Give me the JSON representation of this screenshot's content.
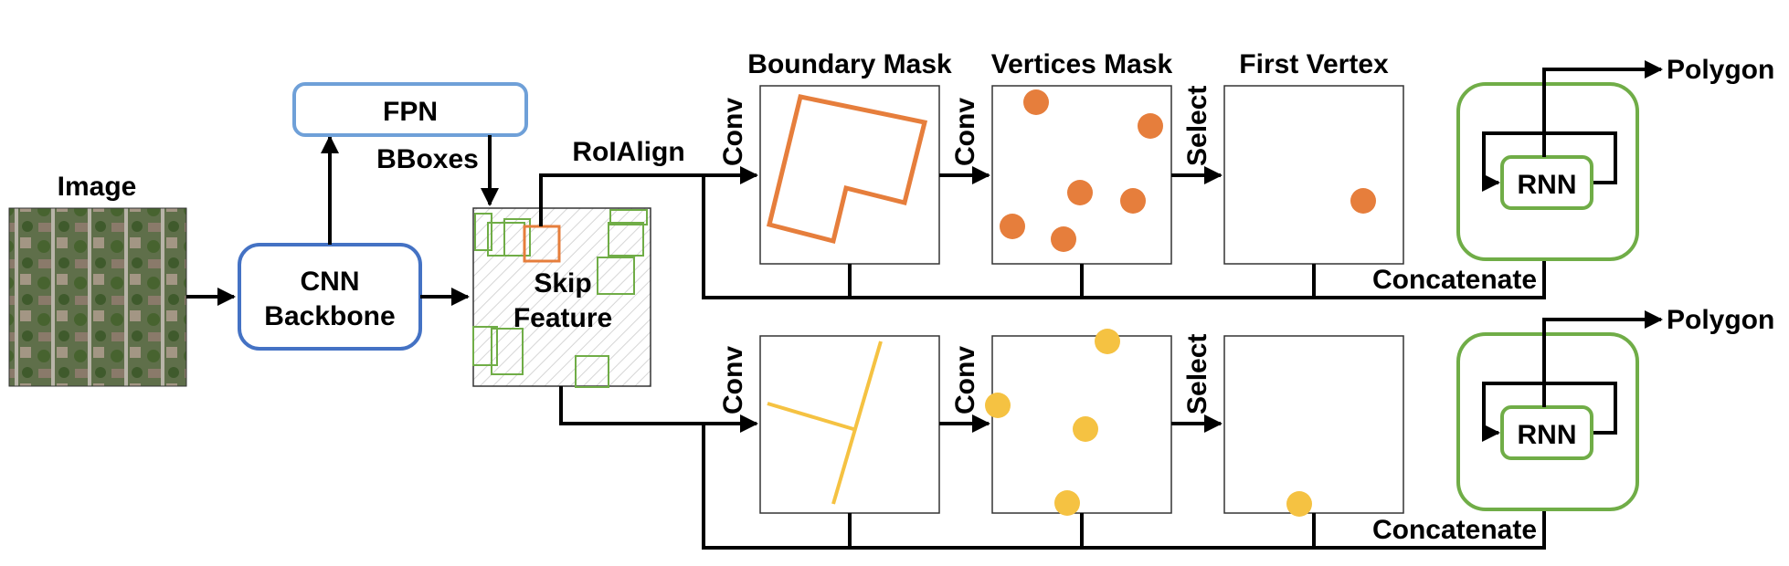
{
  "labels": {
    "image": "Image",
    "fpn": "FPN",
    "bboxes": "BBoxes",
    "cnn_line1": "CNN",
    "cnn_line2": "Backbone",
    "skip_line1": "Skip",
    "skip_line2": "Feature",
    "roialign": "RoIAlign",
    "boundary_mask": "Boundary Mask",
    "vertices_mask": "Vertices Mask",
    "first_vertex": "First Vertex",
    "conv": "Conv",
    "select": "Select",
    "rnn": "RNN",
    "polygon": "Polygon",
    "concatenate": "Concatenate"
  },
  "colors": {
    "blue": "#4472c4",
    "light_blue": "#6fa0d8",
    "green": "#70ad47",
    "orange": "#e67e3c",
    "yellow": "#f5c242",
    "black": "#000000"
  }
}
